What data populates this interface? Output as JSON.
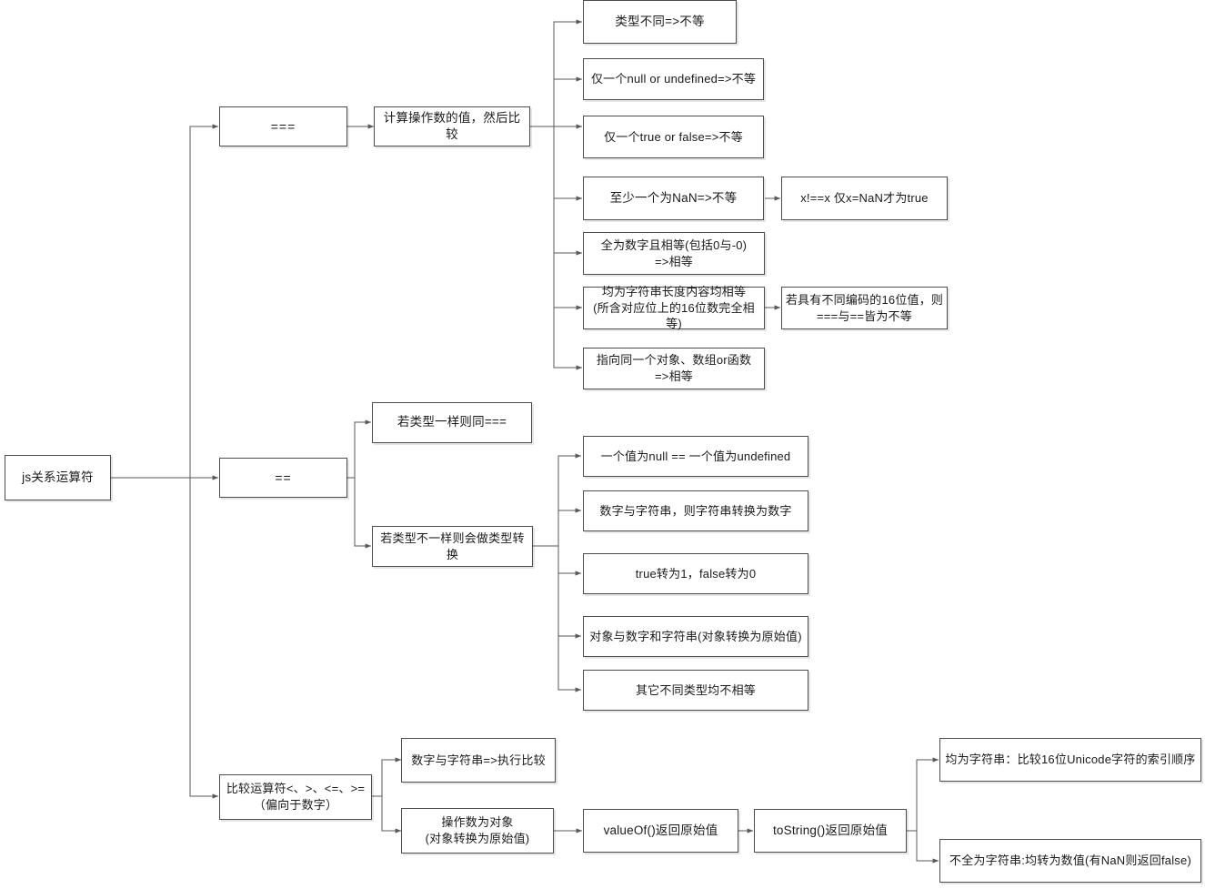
{
  "diagram": {
    "title": "js关系运算符",
    "type": "flowchart",
    "colors": {
      "background": "#ffffff",
      "node_fill": "#ffffff",
      "node_border": "#4d4d4d",
      "connector": "#595959",
      "text": "#1a1a1a"
    },
    "nodes": {
      "root": "js关系运算符",
      "strict_eq": "===",
      "strict_eq_detail": "计算操作数的值，然后比较",
      "s1": "类型不同=>不等",
      "s2": "仅一个null or undefined=>不等",
      "s3": "仅一个true or false=>不等",
      "s4": "至少一个为NaN=>不等",
      "s4_note": "x!==x 仅x=NaN才为true",
      "s5": "全为数字且相等(包括0与-0)\n=>相等",
      "s6": "均为字符串长度内容均相等\n(所含对应位上的16位数完全相等)",
      "s6_note": "若具有不同编码的16位值，则\n===与==皆为不等",
      "s7": "指向同一个对象、数组or函数\n=>相等",
      "loose_eq": "==",
      "l_same_type": "若类型一样则同===",
      "l_diff_type": "若类型不一样则会做类型转换",
      "l1": "一个值为null == 一个值为undefined",
      "l2": "数字与字符串，则字符串转换为数字",
      "l3": "true转为1，false转为0",
      "l4": "对象与数字和字符串(对象转换为原始值)",
      "l5": "其它不同类型均不相等",
      "cmp": "比较运算符<、>、<=、>=\n（偏向于数字）",
      "c1": "数字与字符串=>执行比较",
      "c2": "操作数为对象\n(对象转换为原始值)",
      "c3": "valueOf()返回原始值",
      "c4": "toString()返回原始值",
      "c5": "均为字符串：比较16位Unicode字符的索引顺序",
      "c6": "不全为字符串:均转为数值(有NaN则返回false)"
    }
  }
}
